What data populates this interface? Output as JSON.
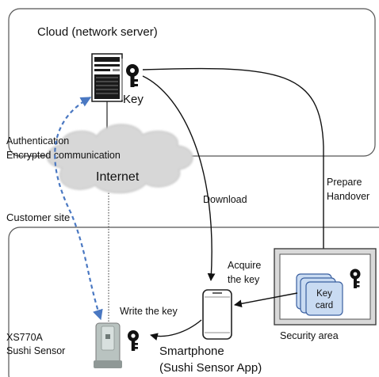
{
  "cloud": {
    "title": "Cloud (network server)",
    "key_label": "Key"
  },
  "internet": {
    "label": "Internet"
  },
  "auth": {
    "line1": "Authentication",
    "line2": "Encrypted communication"
  },
  "download": {
    "label": "Download"
  },
  "handover": {
    "line1": "Prepare",
    "line2": "Handover"
  },
  "customer_site": {
    "label": "Customer site"
  },
  "acquire": {
    "line1": "Acquire",
    "line2": "the key"
  },
  "keycard": {
    "line1": "Key",
    "line2": "card"
  },
  "security_area": {
    "label": "Security area"
  },
  "write_key": {
    "label": "Write the key"
  },
  "sensor": {
    "line1": "XS770A",
    "line2": "Sushi Sensor"
  },
  "smartphone": {
    "line1": "Smartphone",
    "line2": "(Sushi Sensor App)"
  },
  "colors": {
    "dashed_arrow": "#4a78c2",
    "cloud_fill": "#d7d7d7",
    "keycard_fill": "#c9dbf2",
    "keycard_stroke": "#3a5fa0",
    "server_dark": "#1a1a1a"
  }
}
